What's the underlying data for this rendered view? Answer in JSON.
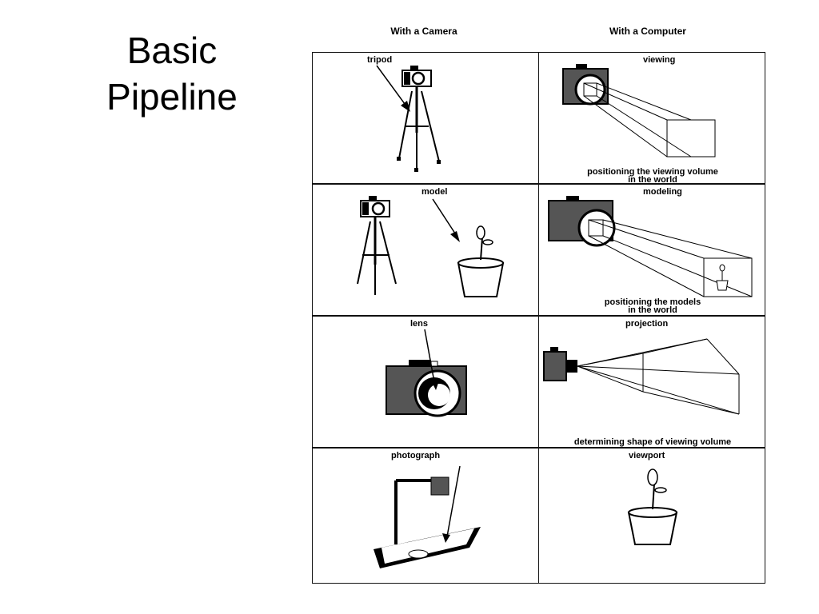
{
  "slide": {
    "title_line1": "Basic",
    "title_line2": "Pipeline"
  },
  "figure": {
    "col_headers": [
      "With a Camera",
      "With a Computer"
    ],
    "rows": [
      {
        "camera_label": "tripod",
        "computer_label": "viewing",
        "computer_caption": [
          "positioning the viewing volume",
          "in the world"
        ]
      },
      {
        "camera_label": "model",
        "computer_label": "modeling",
        "computer_caption": [
          "positioning the models",
          "in the world"
        ]
      },
      {
        "camera_label": "lens",
        "computer_label": "projection",
        "computer_caption": [
          "determining shape of viewing volume"
        ]
      },
      {
        "camera_label": "photograph",
        "computer_label": "viewport",
        "computer_caption": []
      }
    ]
  }
}
